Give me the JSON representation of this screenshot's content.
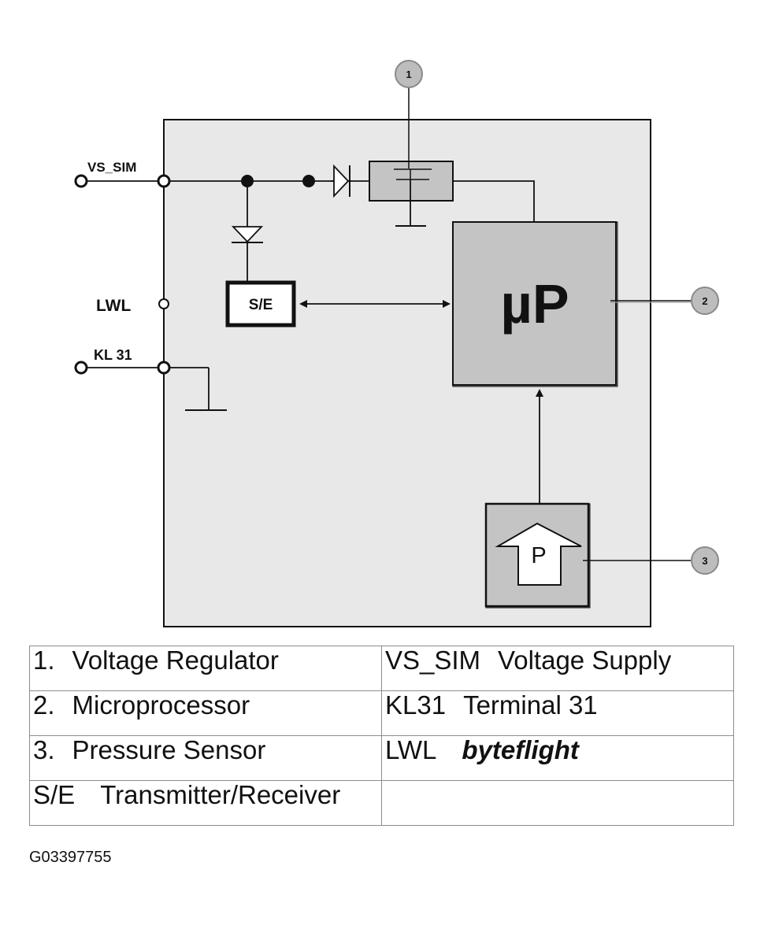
{
  "diagram": {
    "pins": {
      "vs_sim": "VS_SIM",
      "lwl": "LWL",
      "kl31": "KL 31"
    },
    "blocks": {
      "se": "S/E",
      "microprocessor": "µP",
      "pressure_sensor": "P"
    },
    "callouts": [
      "1",
      "2",
      "3"
    ],
    "colors": {
      "module_fill": "#e8e8e8",
      "block_fill": "#c4c4c4",
      "line": "#111111",
      "callout_fill": "#bdbdbd"
    }
  },
  "legend": {
    "rows": [
      {
        "left": {
          "term": "1.",
          "desc": "Voltage Regulator"
        },
        "right": {
          "term": "VS_SIM",
          "desc": "Voltage Supply"
        }
      },
      {
        "left": {
          "term": "2.",
          "desc": "Microprocessor"
        },
        "right": {
          "term": "KL31",
          "desc": "Terminal 31"
        }
      },
      {
        "left": {
          "term": "3.",
          "desc": "Pressure Sensor"
        },
        "right": {
          "term": "LWL",
          "desc": "byteflight"
        }
      },
      {
        "left": {
          "term": "S/E",
          "desc": "Transmitter/Receiver"
        },
        "right": {
          "term": "",
          "desc": ""
        }
      }
    ]
  },
  "figure_id": "G03397755"
}
